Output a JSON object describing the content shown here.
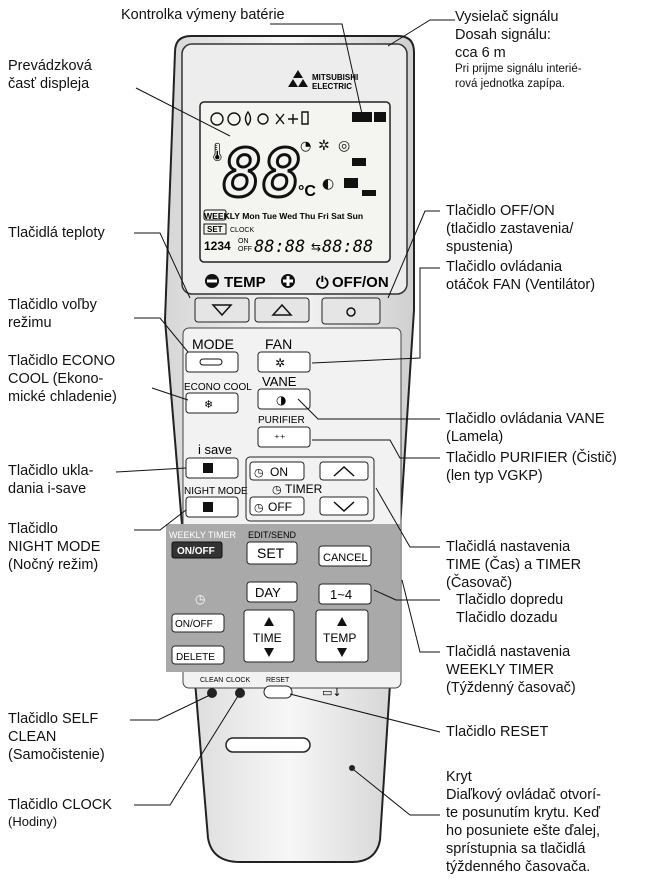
{
  "callouts": {
    "battery_indicator": "Kontrolka výmeny batérie",
    "signal_transmitter": [
      "Vysielač signálu",
      "Dosah signálu:",
      "cca 6 m"
    ],
    "signal_note": [
      "Pri prijme signálu interié-",
      "rová jednotka zapípa."
    ],
    "display_area": [
      "Prevádzková",
      "časť displeja"
    ],
    "temp_buttons": "Tlačidlá teploty",
    "off_on_button": [
      "Tlačidlo OFF/ON",
      "(tlačidlo zastavenia/",
      "spustenia)"
    ],
    "fan_button": [
      "Tlačidlo ovládania",
      "otáčok FAN (Ventilátor)"
    ],
    "mode_button": [
      "Tlačidlo voľby",
      "režimu"
    ],
    "econo_button": [
      "Tlačidlo ECONO",
      "COOL (Ekono-",
      "mické chladenie)"
    ],
    "vane_button": [
      "Tlačidlo ovládania VANE",
      "(Lamela)"
    ],
    "isave_button": [
      "Tlačidlo ukla-",
      "dania i-save"
    ],
    "purifier_button": [
      "Tlačidlo PURIFIER (Čistič)",
      "(len typ VGKP)"
    ],
    "night_button": [
      "Tlačidlo",
      "NIGHT MODE",
      "(Nočný režim)"
    ],
    "time_timer_buttons": [
      "Tlačidlá nastavenia",
      "TIME (Čas) a TIMER",
      "(Časovač)"
    ],
    "forward_back": [
      "Tlačidlo dopredu",
      "Tlačidlo dozadu"
    ],
    "weekly_buttons": [
      "Tlačidlá nastavenia",
      "WEEKLY TIMER",
      "(Týždenný časovač)"
    ],
    "self_clean": [
      "Tlačidlo SELF",
      "CLEAN",
      "(Samočistenie)"
    ],
    "reset_button": "Tlačidlo RESET",
    "clock_button": [
      "Tlačidlo CLOCK",
      "(Hodiny)"
    ],
    "cover": [
      "Kryt",
      "Diaľkový ovládač otvorí-",
      "te posunutím krytu. Keď",
      "ho posuniete ešte ďalej,",
      "sprístupnia sa tlačidlá",
      "týždenného časovača."
    ]
  },
  "remote": {
    "brand": [
      "MITSUBISHI",
      "ELECTRIC"
    ],
    "display": {
      "temp": "88",
      "unit": "°C",
      "days": "WEEKLY  Mon Tue Wed Thu Fri Sat Sun",
      "set": "SET",
      "clock": "CLOCK",
      "on": "ON",
      "off": "OFF",
      "program": "1234",
      "time1": "88:88",
      "time2": "88:88",
      "arrow": "⇆"
    },
    "temp_label": "TEMP",
    "offon_label": "OFF/ON",
    "mode": "MODE",
    "econo": "ECONO COOL",
    "fan": "FAN",
    "vane": "VANE",
    "purifier": "PURIFIER",
    "isave": "i save",
    "night": "NIGHT MODE",
    "on": "ON",
    "off": "OFF",
    "timer": "TIMER",
    "weekly_timer": "WEEKLY TIMER",
    "weekly_onoff": "ON/OFF",
    "edit_send": "EDIT/SEND",
    "set": "SET",
    "cancel": "CANCEL",
    "day": "DAY",
    "range": "1~4",
    "onoff2": "ON/OFF",
    "delete": "DELETE",
    "time": "TIME",
    "temp2": "TEMP",
    "clean": "CLEAN",
    "clock": "CLOCK",
    "reset": "RESET"
  }
}
